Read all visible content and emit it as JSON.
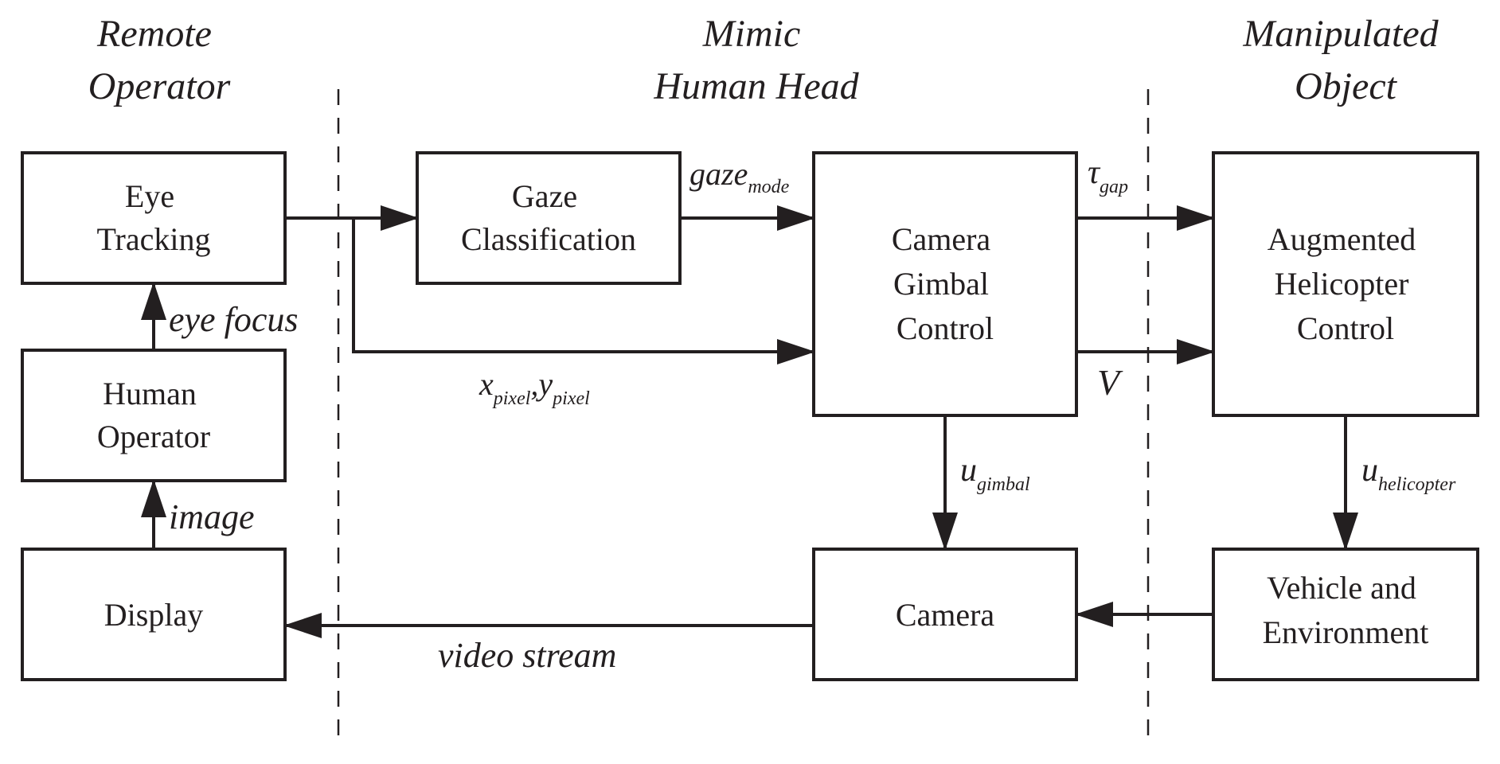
{
  "sections": {
    "remote_operator": [
      "Remote",
      "Operator"
    ],
    "mimic_head": [
      "Mimic",
      "Human Head"
    ],
    "manipulated_object": [
      "Manipulated",
      "Object"
    ]
  },
  "blocks": {
    "eye_tracking": [
      "Eye",
      "Tracking"
    ],
    "human_operator": [
      "Human",
      "Operator"
    ],
    "display": [
      "Display"
    ],
    "gaze_classification": [
      "Gaze",
      "Classification"
    ],
    "camera_gimbal_control": [
      "Camera",
      "Gimbal",
      "Control"
    ],
    "camera": [
      "Camera"
    ],
    "augmented_helicopter_control": [
      "Augmented",
      "Helicopter",
      "Control"
    ],
    "vehicle_environment": [
      "Vehicle and",
      "Environment"
    ]
  },
  "signals": {
    "eye_focus": "eye focus",
    "image": "image",
    "video_stream": "video stream",
    "gaze_mode": {
      "base": "gaze",
      "sub": "mode"
    },
    "pixel": {
      "x": "x",
      "x_sub": "pixel",
      "sep": ",",
      "y": "y",
      "y_sub": "pixel"
    },
    "tau_gap": {
      "base": "τ",
      "sub": "gap"
    },
    "V": "V",
    "u_gimbal": {
      "base": "u",
      "sub": "gimbal"
    },
    "u_helicopter": {
      "base": "u",
      "sub": "helicopter"
    }
  }
}
